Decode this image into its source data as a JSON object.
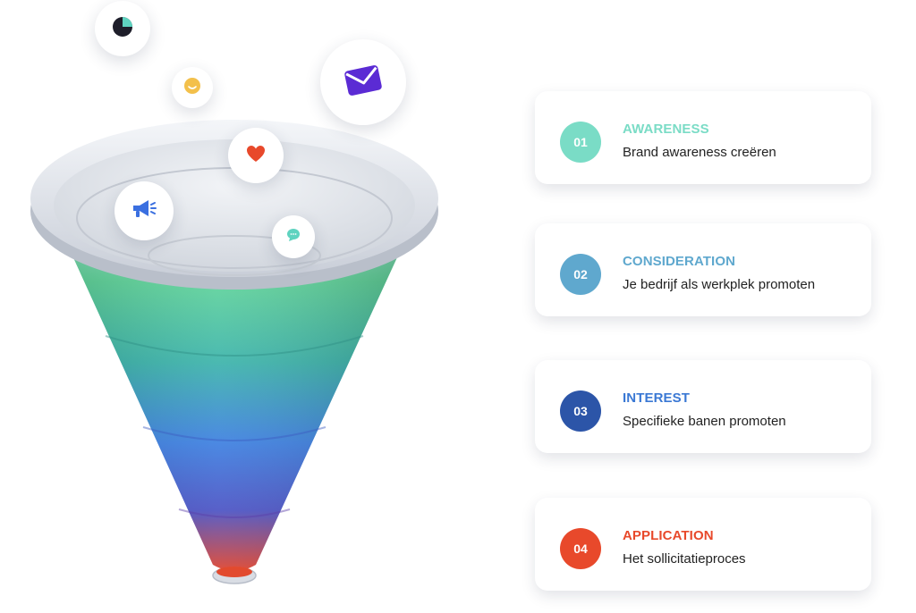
{
  "colors": {
    "awareness": "#7adcc6",
    "consideration": "#5fa8ce",
    "interest": "#2c55a8",
    "application": "#e8492b"
  },
  "icons": [
    "pie-chart-icon",
    "smiley-icon",
    "envelope-icon",
    "heart-icon",
    "megaphone-icon",
    "chat-bubble-icon"
  ],
  "stages": [
    {
      "number": "01",
      "title": "AWARENESS",
      "description": "Brand awareness creëren"
    },
    {
      "number": "02",
      "title": "CONSIDERATION",
      "description": "Je bedrijf als werkplek promoten"
    },
    {
      "number": "03",
      "title": "INTEREST",
      "description": "Specifieke banen promoten"
    },
    {
      "number": "04",
      "title": "APPLICATION",
      "description": "Het sollicitatieproces"
    }
  ]
}
